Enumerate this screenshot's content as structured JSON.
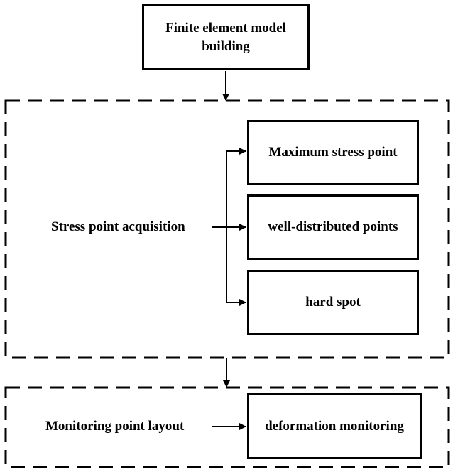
{
  "top_box": {
    "line1": "Finite element model",
    "line2": "building"
  },
  "stress_group": {
    "label": "Stress point acquisition",
    "items": [
      "Maximum stress point",
      "well-distributed points",
      "hard spot"
    ]
  },
  "monitoring_group": {
    "label": "Monitoring point layout",
    "item": "deformation monitoring"
  }
}
